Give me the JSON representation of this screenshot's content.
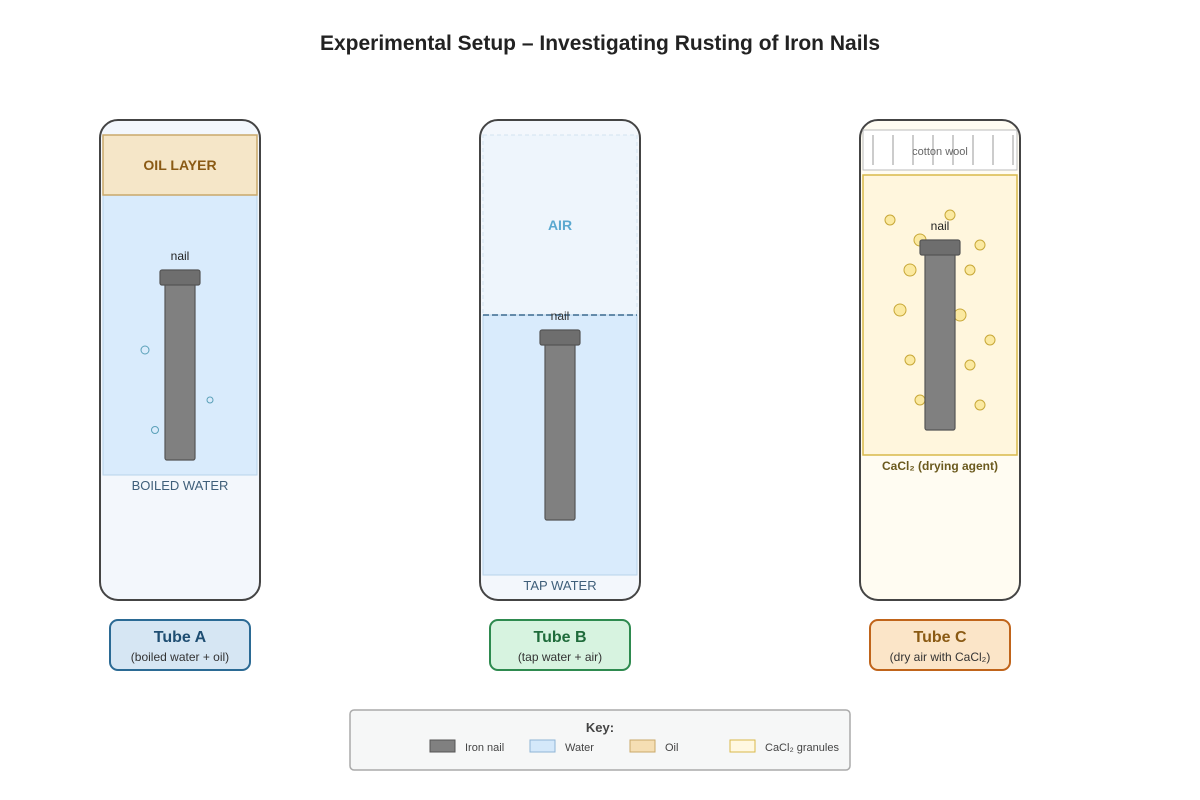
{
  "title": "Experimental Setup – Investigating Rusting of Iron Nails",
  "tubes": [
    {
      "name": "Tube A",
      "subtitle": "(boiled water + oil)",
      "top_layer_label": "OIL LAYER",
      "liquid_label": "BOILED WATER",
      "nail_label": "nail",
      "accent": "#2b6a94"
    },
    {
      "name": "Tube B",
      "subtitle": "(tap water + air)",
      "top_layer_label": "AIR",
      "liquid_label": "TAP WATER",
      "nail_label": "nail",
      "accent": "#2e8a4f"
    },
    {
      "name": "Tube C",
      "subtitle": "(dry air with CaCl₂)",
      "top_layer_label": "cotton wool",
      "liquid_label": "CaCl₂ (drying agent)",
      "nail_label": "nail",
      "accent": "#c0641a"
    }
  ],
  "key": {
    "title": "Key:",
    "items": [
      {
        "label": "Iron nail",
        "color": "#808080"
      },
      {
        "label": "Water",
        "color": "#d4e8fa"
      },
      {
        "label": "Oil",
        "color": "#f5deb3"
      },
      {
        "label": "CaCl₂ granules",
        "color": "#fff8e1"
      }
    ]
  }
}
